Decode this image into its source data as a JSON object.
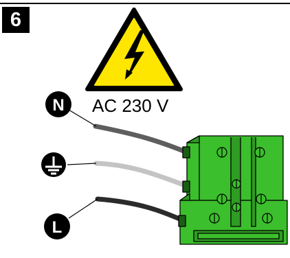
{
  "step_number": "6",
  "supply_voltage": "AC 230 V",
  "markers": {
    "neutral": "N",
    "earth": "earth-ground-symbol",
    "live": "L"
  },
  "warning_icon": "high-voltage-warning-icon",
  "terminal_block": "green-terminal-block",
  "colors": {
    "warning_yellow": "#ffe600",
    "terminal_green": "#3bbf2c",
    "wire_neutral": "#5e5e5e",
    "wire_earth": "#c4c4c4",
    "wire_live": "#2b2b2b"
  }
}
